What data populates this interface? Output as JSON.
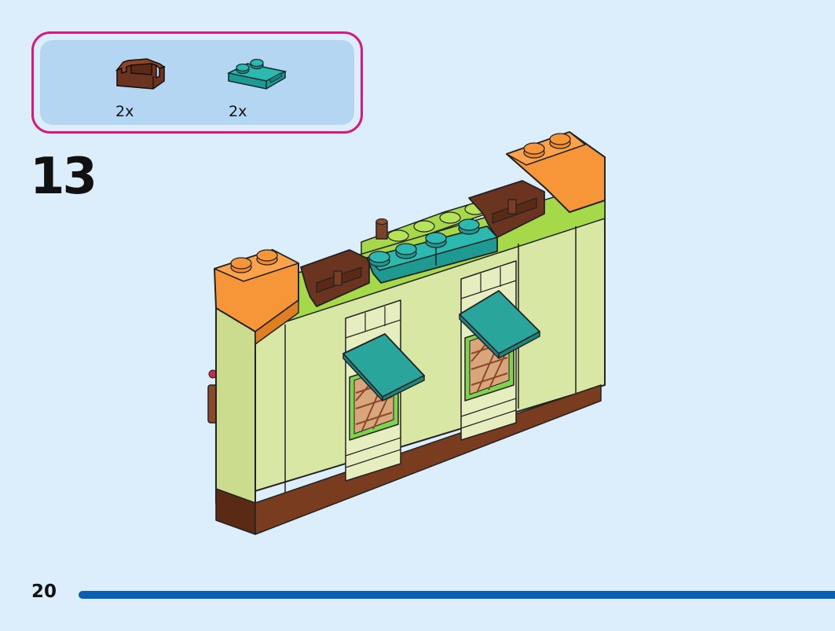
{
  "callout": {
    "parts": [
      {
        "name": "brown-bracket-part",
        "quantity": "2x",
        "color": "#6b3420"
      },
      {
        "name": "teal-plate-part",
        "quantity": "2x",
        "color": "#24a8a0"
      }
    ]
  },
  "step_number": "13",
  "page_number": "20",
  "colors": {
    "background": "#dcedfb",
    "callout_border": "#d6187f",
    "callout_fill": "#b5d6f3",
    "progress": "#0b5fb0",
    "wall": "#d8e7a4",
    "orange": "#f79638",
    "teal": "#24a8a0",
    "brown": "#6b3420",
    "lime": "#a6d94a"
  }
}
